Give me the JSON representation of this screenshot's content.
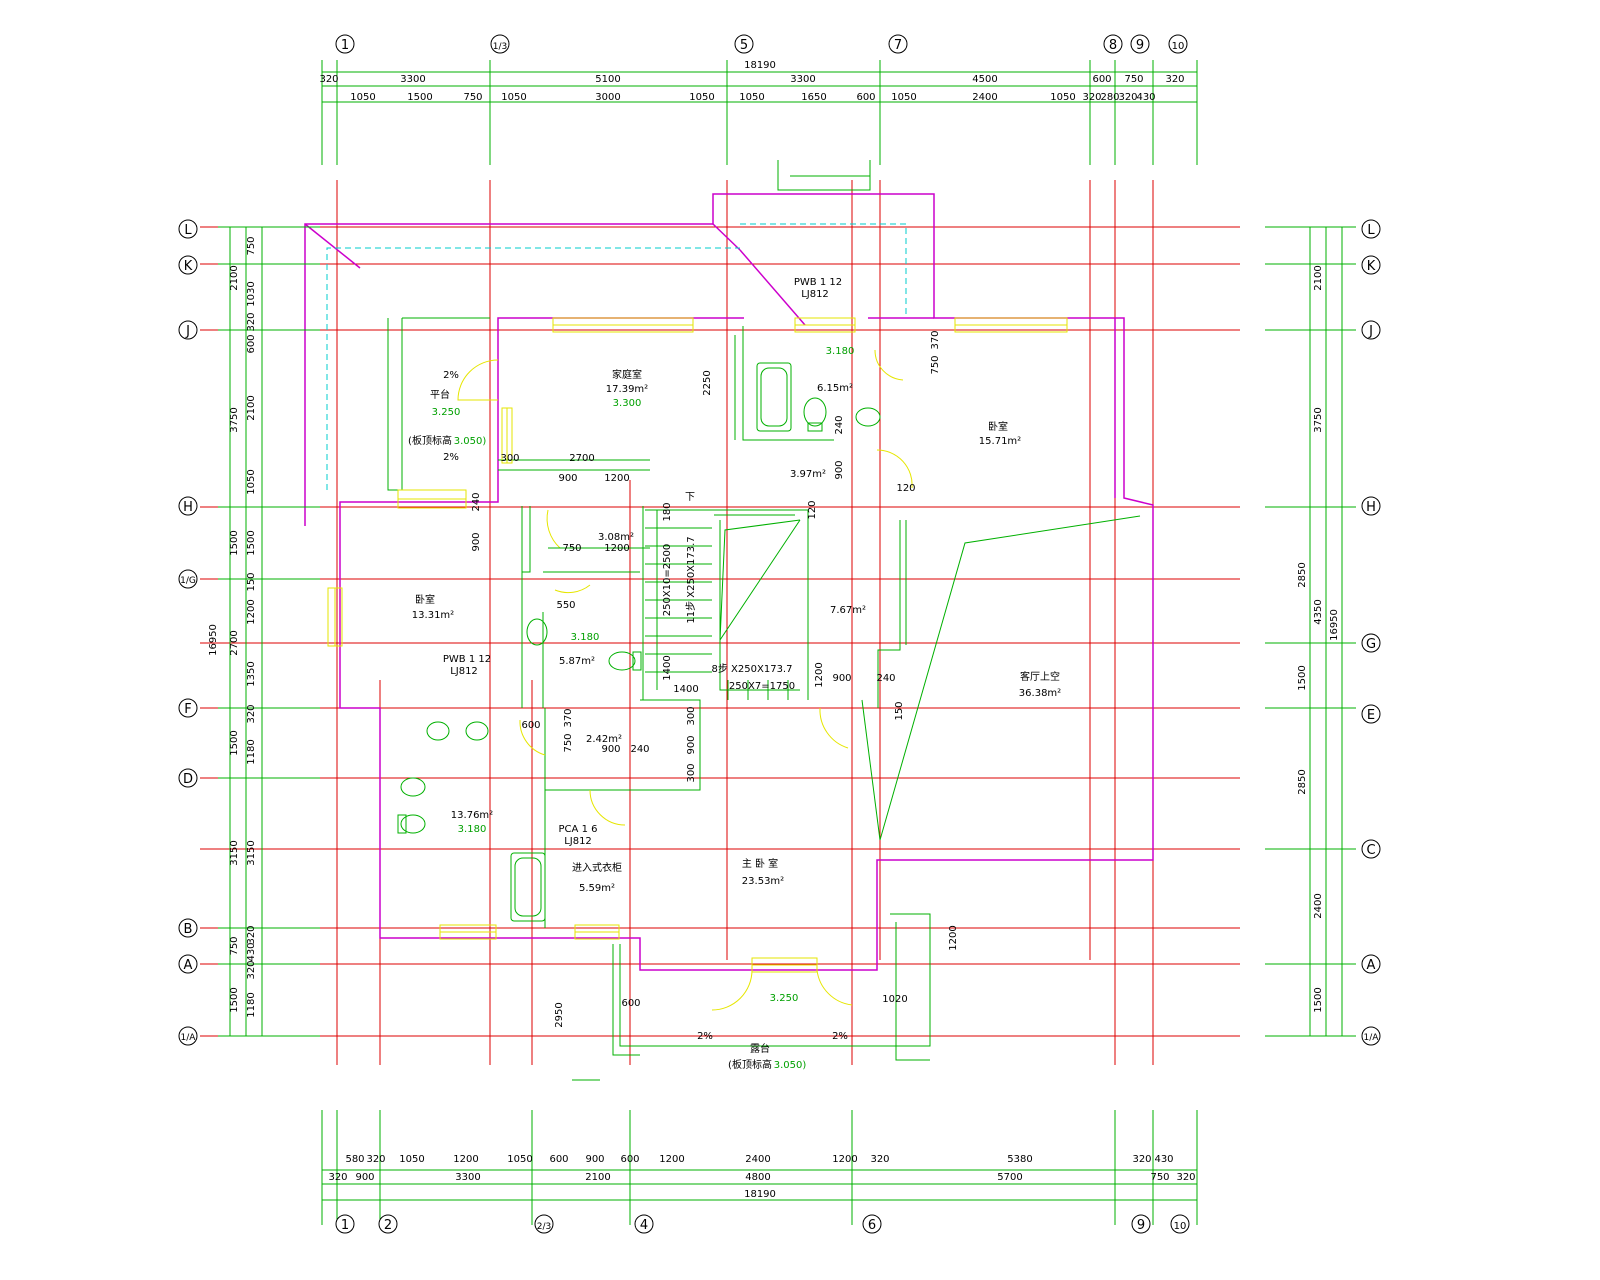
{
  "axes": {
    "top": [
      "1",
      "1/3",
      "5",
      "7",
      "8",
      "9",
      "10"
    ],
    "bottom": [
      "1",
      "2",
      "2/3",
      "4",
      "6",
      "9",
      "10"
    ],
    "left": [
      "L",
      "K",
      "J",
      "H",
      "1/G",
      "F",
      "D",
      "B",
      "A",
      "1/A"
    ],
    "right": [
      "L",
      "K",
      "J",
      "H",
      "G",
      "E",
      "C",
      "A",
      "1/A"
    ]
  },
  "dims_top": {
    "total": "18190",
    "row1": [
      "320",
      "3300",
      "5100",
      "3300",
      "4500",
      "600",
      "750",
      "320"
    ],
    "row2": [
      "1050",
      "1500",
      "750",
      "1050",
      "3000",
      "1050",
      "1050",
      "1650",
      "600",
      "1050",
      "2400",
      "1050",
      "320",
      "280",
      "320",
      "430"
    ]
  },
  "dims_bottom": {
    "total": "18190",
    "row1": [
      "580",
      "320",
      "1050",
      "1200",
      "1050",
      "600",
      "900",
      "600",
      "1200",
      "2400",
      "1200",
      "320",
      "5380",
      "320",
      "430"
    ],
    "row2": [
      "320",
      "900",
      "3300",
      "2100",
      "4800",
      "5700",
      "750",
      "320"
    ]
  },
  "dims_left": {
    "total": "16950",
    "col1": [
      "2100",
      "3750",
      "1500",
      "2700",
      "1500",
      "3150",
      "750",
      "1500"
    ],
    "col2": [
      "750",
      "1030",
      "320",
      "600",
      "2100",
      "1050",
      "1500",
      "150",
      "1200",
      "1350",
      "320",
      "1180",
      "3150",
      "320",
      "430",
      "320",
      "1180"
    ]
  },
  "dims_right": {
    "total": "16950",
    "col1": [
      "2100",
      "3750",
      "2850",
      "1500",
      "2850",
      "2400",
      "1500"
    ],
    "col2": [
      "4350"
    ]
  },
  "rooms": [
    {
      "name": "家庭室",
      "area": "17.39m²",
      "level": "3.300"
    },
    {
      "name": "平台",
      "level": "3.250",
      "note": "(板顶标高",
      "note_level": "3.050)"
    },
    {
      "area": "6.15m²",
      "level": "3.180"
    },
    {
      "name": "卧室",
      "area": "15.71m²"
    },
    {
      "area": "3.97m²"
    },
    {
      "area": "3.08m²"
    },
    {
      "name": "卧室",
      "area": "13.31m²"
    },
    {
      "area": "5.87m²",
      "level": "3.180"
    },
    {
      "area": "7.67m²"
    },
    {
      "name": "客厅上空",
      "area": "36.38m²"
    },
    {
      "area": "2.42m²"
    },
    {
      "area": "13.76m²",
      "level": "3.180"
    },
    {
      "name": "进入式衣柜",
      "area": "5.59m²"
    },
    {
      "name": "主 卧 室",
      "area": "23.53m²"
    },
    {
      "name": "露台",
      "level": "3.250",
      "note": "(板顶标高",
      "note_level": "3.050)"
    }
  ],
  "labels": {
    "pwb_1": "PWB 1 12",
    "lj_1": "LJ812",
    "pwb_2": "PWB 1 12",
    "lj_2": "LJ812",
    "pca": "PCA 1 6",
    "lj_3": "LJ812",
    "stair_down": "下",
    "stair_1": "11步 X250X173.7",
    "stair_1b": "250X10=2500",
    "stair_2": "8步 X250X173.7",
    "stair_2b": "250X7=1750",
    "slope": "2%"
  },
  "inner_dims": {
    "d2700": "2700",
    "d900a": "900",
    "d1200a": "1200",
    "d300": "300",
    "d2250": "2250",
    "d370": "370",
    "d750": "750",
    "d240a": "240",
    "d900b": "900",
    "d120a": "120",
    "d120b": "120",
    "d180": "180",
    "d240b": "240",
    "d900c": "900",
    "d750b": "750",
    "d1200b": "1200",
    "d550": "550",
    "d1400a": "1400",
    "d1400b": "1400",
    "d1200c": "1200",
    "d900d": "900",
    "d240c": "240",
    "d150": "150",
    "d370b": "370",
    "d750c": "750",
    "d600": "600",
    "d900e": "900",
    "d240d": "240",
    "d300b": "300",
    "d900f": "900",
    "d300c": "300",
    "d2950": "2950",
    "d600b": "600",
    "d1020": "1020",
    "d1200d": "1200"
  },
  "colors": {
    "wall": "#cc00cc",
    "axis": "#dd0000",
    "dim": "#00b000",
    "window": "#e6e600",
    "cyan": "#00cccc"
  }
}
